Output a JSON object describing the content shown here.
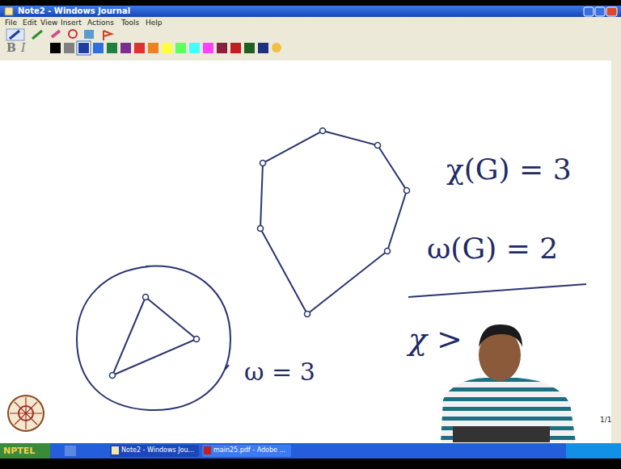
{
  "diagram": {
    "labels": [
      "Note2 - Windows Journal",
      "File",
      "Edit",
      "View",
      "Insert",
      "Actions",
      "Tools",
      "Help",
      "B",
      "I",
      "χ(G) = 3",
      "ω(G) = 2",
      "χ >",
      "ω = 3",
      "1/1",
      "NPTEL",
      "Note2 - Windows Jou...",
      "main25.pdf - Adobe ..."
    ]
  }
}
